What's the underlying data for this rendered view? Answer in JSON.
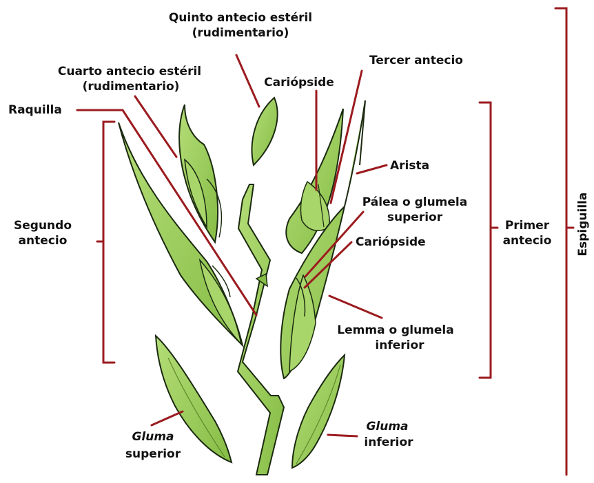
{
  "labels": {
    "quinto": [
      "Quinto antecio estéril",
      "(rudimentario)"
    ],
    "cuarto": [
      "Cuarto antecio estéril",
      "(rudimentario)"
    ],
    "tercer": "Tercer antecio",
    "cariopside_top": "Cariópside",
    "raquilla": "Raquilla",
    "arista": "Arista",
    "palea": [
      "Pálea o glumela",
      "superior"
    ],
    "cariopside_mid": "Cariópside",
    "segundo": [
      "Segundo",
      "antecio"
    ],
    "primer": [
      "Primer",
      "antecio"
    ],
    "lemma": [
      "Lemma o glumela",
      "inferior"
    ],
    "gluma_sup": [
      "Gluma",
      "superior"
    ],
    "gluma_inf": [
      "Gluma",
      "inferior"
    ],
    "espiguilla": "Espiguilla"
  },
  "colors": {
    "leaf_fill": "#9cce5c",
    "leaf_stroke": "#1b2a10",
    "pointer": "#9b1b1f",
    "text": "#111111"
  }
}
